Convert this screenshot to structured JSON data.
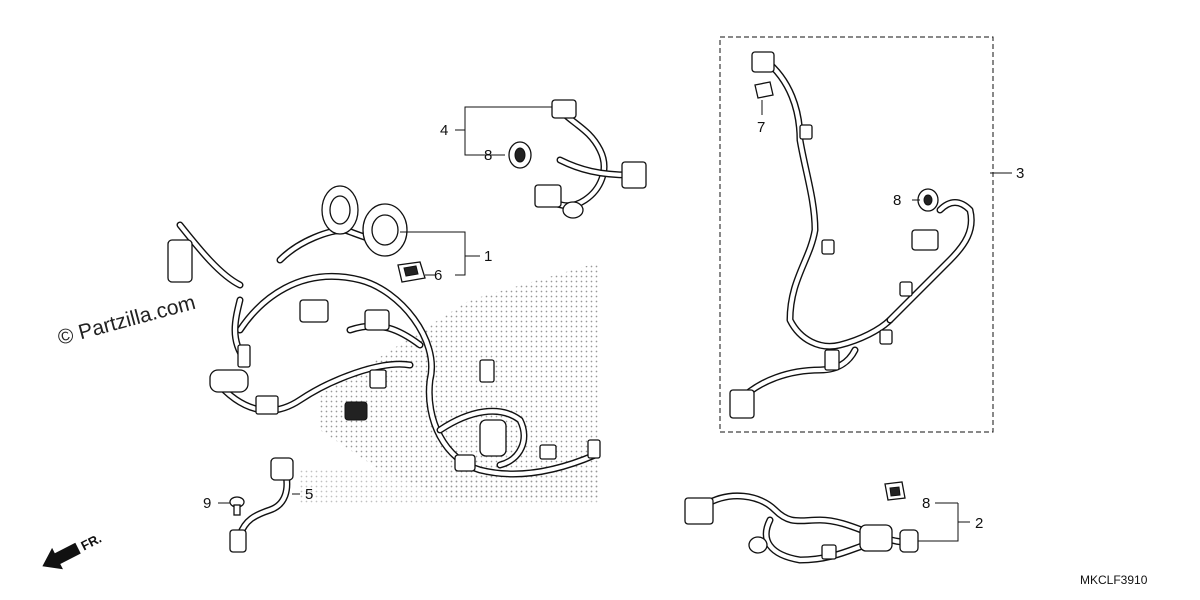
{
  "watermark": {
    "text": "© Partzilla.com"
  },
  "figure_code": "MKCLF3910",
  "direction": {
    "label": "FR."
  },
  "callouts": {
    "c1": "1",
    "c2": "2",
    "c3": "3",
    "c4": "4",
    "c5": "5",
    "c6": "6",
    "c7": "7",
    "c8a": "8",
    "c8b": "8",
    "c8c": "8",
    "c9": "9"
  }
}
